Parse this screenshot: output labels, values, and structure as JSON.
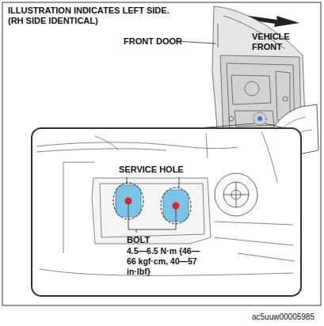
{
  "diagram": {
    "labels": [
      "ILLUSTRATION INDICATES LEFT SIDE. (RH SIDE IDENTICAL)",
      "FRONT DOOR",
      "VEHICLE FRONT",
      "SERVICE HOLE",
      "BOLT",
      "4.5—6.5 N·m {46—66 kgf·cm, 40—57 in·lbf}",
      "ac5uuw00005985"
    ]
  }
}
